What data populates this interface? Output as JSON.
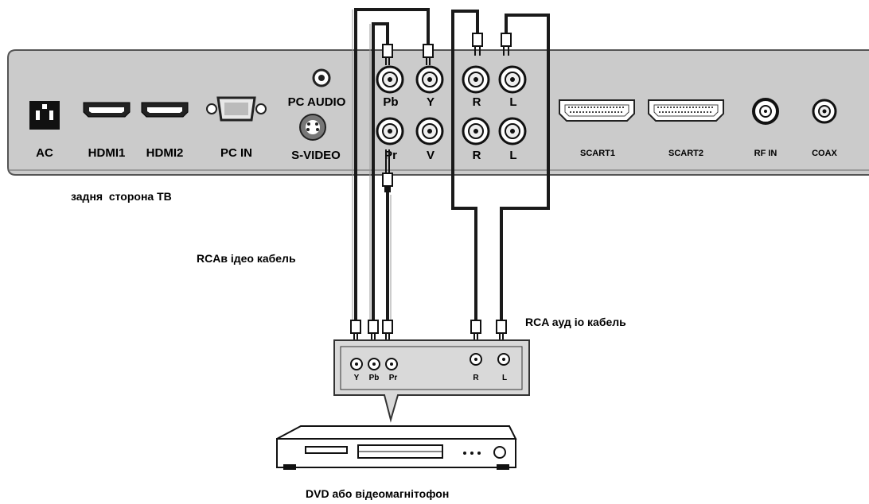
{
  "tv_panel": {
    "ports": {
      "ac": "AC",
      "hdmi1": "HDMI1",
      "hdmi2": "HDMI2",
      "pc_in": "PC IN",
      "pc_audio": "PC AUDIO",
      "s_video": "S-VIDEO",
      "pb": "Pb",
      "y": "Y",
      "pr": "Pr",
      "v": "V",
      "r_top": "R",
      "l_top": "L",
      "r_bottom": "R",
      "l_bottom": "L",
      "scart1": "SCART1",
      "scart2": "SCART2",
      "rf_in": "RF IN",
      "coax": "COAX"
    }
  },
  "captions": {
    "tv_back": "задня  сторона ТВ",
    "rca_video_cable": "RCAв ідео кабель",
    "rca_audio_cable": "RCA ауд іо кабель",
    "player": "DVD або відеомагнітофон"
  },
  "player_panel": {
    "y": "Y",
    "pb": "Pb",
    "pr": "Pr",
    "r": "R",
    "l": "L"
  },
  "colors": {
    "panel_fill": "#cbcbcb",
    "panel_stroke": "#555555",
    "cable": "#1a1a1a",
    "ink": "#000000"
  }
}
